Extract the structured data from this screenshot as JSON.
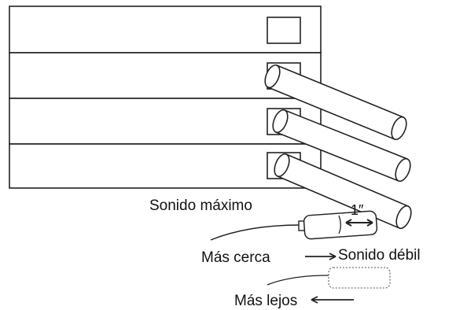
{
  "labels": {
    "loudest": "Sonido máximo",
    "closer": "Más cerca",
    "weak_sound": "Sonido débil",
    "farther": "Más lejos",
    "distance": "1″"
  }
}
